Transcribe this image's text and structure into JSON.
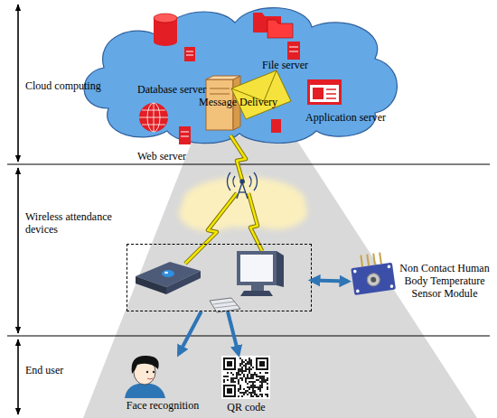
{
  "diagram": {
    "nodes": [
      {
        "text": [
          "Cloud computing"
        ]
      },
      {
        "text": [
          "Wireless attendance devices"
        ]
      },
      {
        "text": [
          "End user"
        ]
      },
      {
        "text": [
          "Database server",
          "File server",
          "Message Delivery",
          "Application server",
          "Web server"
        ],
        "in": 0
      },
      {
        "text": [],
        "in": 1
      },
      {
        "text": [
          "Non Contact Human Body Temperature Sensor Module"
        ],
        "in": 1
      },
      {
        "text": [
          "Face recognition"
        ],
        "in": 2
      },
      {
        "text": [
          "QR code"
        ],
        "in": 2
      }
    ],
    "edges": [
      {
        "from": 4,
        "to": 5,
        "arrow": "both"
      },
      {
        "from": 4,
        "to": 6,
        "arrow": "to"
      },
      {
        "from": 4,
        "to": 7,
        "arrow": "to"
      }
    ]
  }
}
